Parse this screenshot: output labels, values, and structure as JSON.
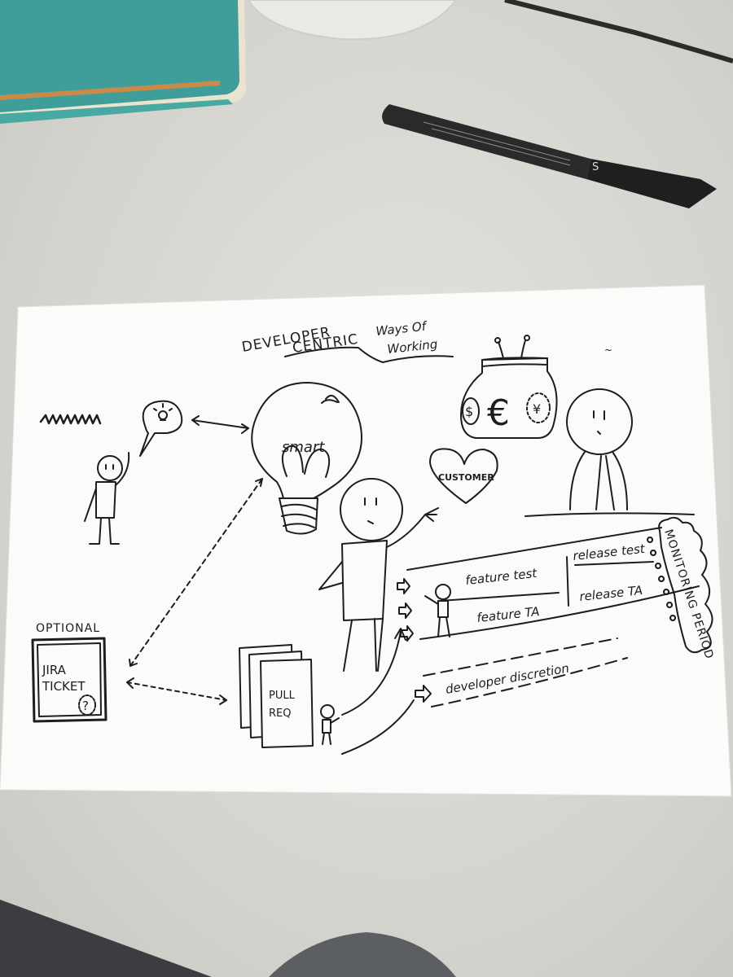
{
  "photo": {
    "description_colors": {
      "desk": "#d9d7d2",
      "paper": "#fbfbfa",
      "ink": "#1d1d1d",
      "notebook": "#3f9e99"
    },
    "marker_label": "S"
  },
  "sketch": {
    "title_line1": "DEVELOPER",
    "title_line2": "CENTRIC",
    "title_ways_1": "Ways Of",
    "title_ways_2": "Working",
    "bulb_text": "smart",
    "heart_text": "CUSTOMER",
    "money_symbol_main": "€",
    "money_symbol_left": "$",
    "money_symbol_right": "¥",
    "optional_label": "OPTIONAL",
    "jira_line1": "JIRA",
    "jira_line2": "TICKET",
    "jira_mark": "?",
    "pr_line1": "PULL",
    "pr_line2": "REQ",
    "lane": {
      "feature_test": "feature test",
      "feature_ta": "feature TA",
      "release_test": "release test",
      "release_ta": "release TA",
      "developer_discretion": "developer discretion",
      "monitoring_period": "MONITORING PERIOD"
    }
  }
}
